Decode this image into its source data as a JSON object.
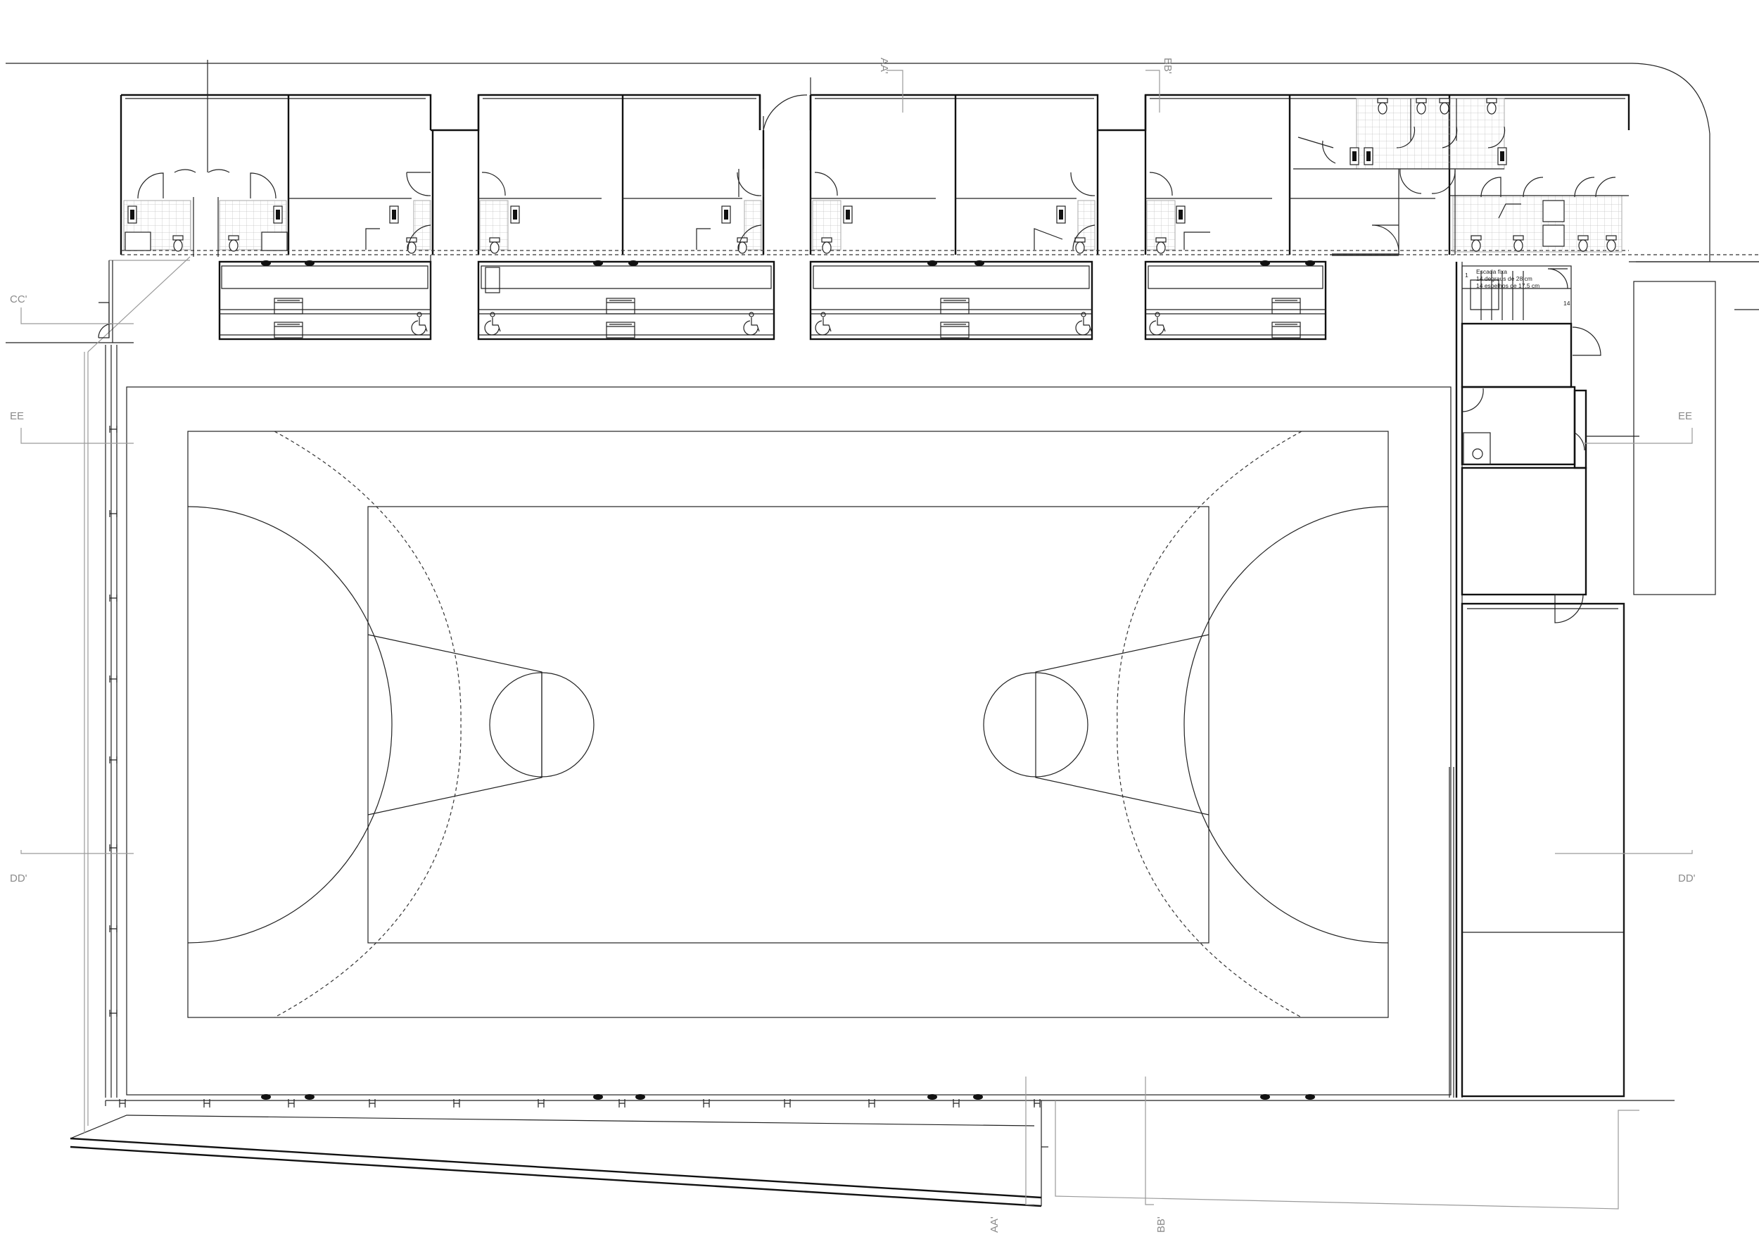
{
  "drawing": {
    "section_labels": {
      "cc_left": "CC'",
      "ee_left": "EE",
      "ee_right": "EE",
      "dd_left": "DD'",
      "dd_right": "DD'",
      "aa_top": "AA'",
      "aa_bottom": "AA'",
      "bb_top": "BB'",
      "bb_bottom": "BB'"
    },
    "stair_note": {
      "number_start": "1",
      "number_end": "14",
      "line1": "Escada fixa",
      "line2": "14 degraus de 28 cm",
      "line3": "14 espelhos de 17,5 cm"
    }
  }
}
